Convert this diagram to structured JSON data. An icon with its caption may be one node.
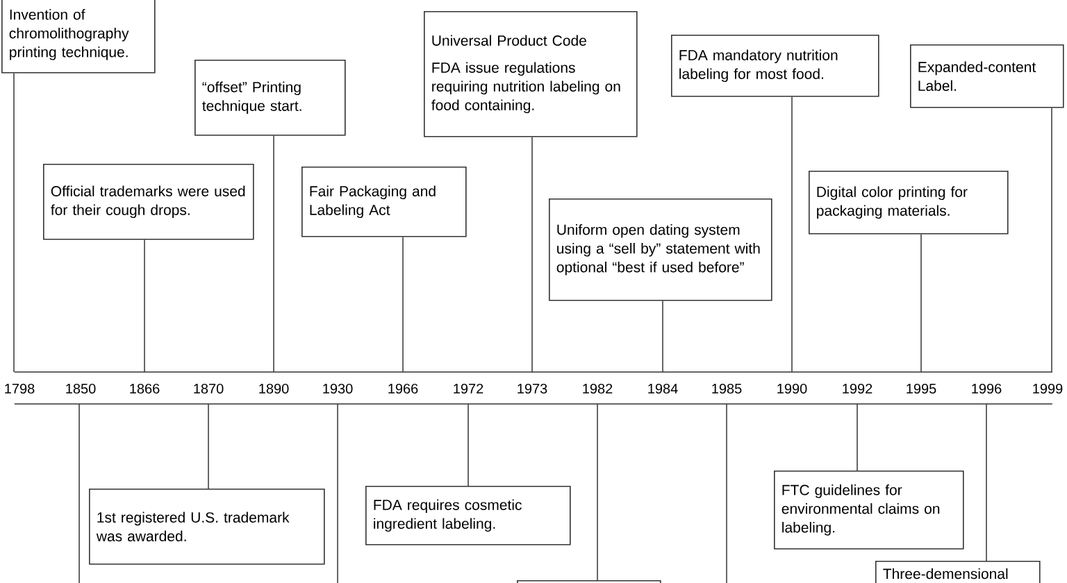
{
  "diagram": {
    "nodes": [
      {
        "text": [
          "Invention of chromolithography printing technique."
        ]
      },
      {
        "text": [
          "Official trademarks were used for their cough drops."
        ]
      },
      {
        "text": [
          "“offset” Printing technique start."
        ]
      },
      {
        "text": [
          "Fair Packaging and Labeling Act"
        ]
      },
      {
        "text": [
          "Universal Product Code",
          "FDA issue regulations requiring nutrition labeling on food containing."
        ]
      },
      {
        "text": [
          "Uniform open dating system using a “sell by” statement with optional “best if used before”"
        ]
      },
      {
        "text": [
          "FDA mandatory nutrition labeling for most food."
        ]
      },
      {
        "text": [
          "Digital color printing for packaging materials."
        ]
      },
      {
        "text": [
          "Expanded-content Label."
        ]
      },
      {
        "text": [],
        "shape": "bar"
      },
      {
        "text": [],
        "shape": "bar"
      },
      {
        "text": [
          "1st registered U.S. trademark was awarded."
        ]
      },
      {
        "text": [
          "FDA requires cosmetic ingredient labeling."
        ]
      },
      {
        "text": [],
        "shape": "box"
      },
      {
        "text": [
          "FTC guidelines for environmental claims on labeling."
        ]
      },
      {
        "text": [
          "Three-demensional"
        ]
      }
    ],
    "edges": [
      {
        "from": 0,
        "to": 9,
        "arrow": "none"
      },
      {
        "from": 1,
        "to": 9,
        "arrow": "none"
      },
      {
        "from": 2,
        "to": 9,
        "arrow": "none"
      },
      {
        "from": 3,
        "to": 9,
        "arrow": "none"
      },
      {
        "from": 4,
        "to": 9,
        "arrow": "none"
      },
      {
        "from": 5,
        "to": 9,
        "arrow": "none"
      },
      {
        "from": 6,
        "to": 9,
        "arrow": "none"
      },
      {
        "from": 7,
        "to": 9,
        "arrow": "none"
      },
      {
        "from": 8,
        "to": 9,
        "arrow": "none"
      },
      {
        "from": 10,
        "to": null,
        "arrow": "none"
      },
      {
        "from": 10,
        "to": 11,
        "arrow": "none"
      },
      {
        "from": 10,
        "to": null,
        "arrow": "none"
      },
      {
        "from": 10,
        "to": 12,
        "arrow": "none"
      },
      {
        "from": 10,
        "to": 13,
        "arrow": "none"
      },
      {
        "from": 10,
        "to": null,
        "arrow": "none"
      },
      {
        "from": 10,
        "to": 14,
        "arrow": "none"
      },
      {
        "from": 10,
        "to": 15,
        "arrow": "none"
      }
    ],
    "labels": [
      "1798",
      "1850",
      "1866",
      "1870",
      "1890",
      "1930",
      "1966",
      "1972",
      "1973",
      "1982",
      "1984",
      "1985",
      "1990",
      "1992",
      "1995",
      "1996",
      "1999"
    ]
  }
}
